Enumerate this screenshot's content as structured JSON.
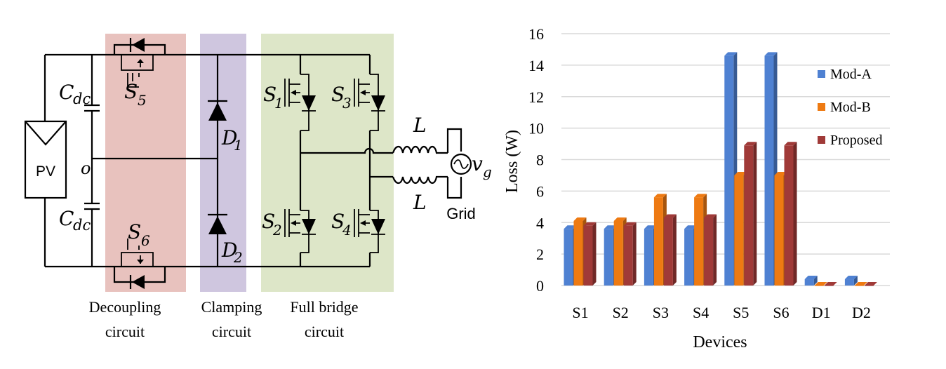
{
  "circuit": {
    "regions": [
      {
        "label_line1": "Decoupling",
        "label_line2": "circuit",
        "color": "#e8c2be"
      },
      {
        "label_line1": "Clamping",
        "label_line2": "circuit",
        "color": "#cfc6df"
      },
      {
        "label_line1": "Full bridge",
        "label_line2": "circuit",
        "color": "#dde6c8"
      }
    ],
    "pv_label": "PV",
    "capacitor_label": "C",
    "capacitor_sub": "dc",
    "midpoint_label": "o",
    "switches": [
      {
        "main": "S",
        "sub": "1"
      },
      {
        "main": "S",
        "sub": "2"
      },
      {
        "main": "S",
        "sub": "3"
      },
      {
        "main": "S",
        "sub": "4"
      },
      {
        "main": "S",
        "sub": "5"
      },
      {
        "main": "S",
        "sub": "6"
      }
    ],
    "diodes": [
      {
        "main": "D",
        "sub": "1"
      },
      {
        "main": "D",
        "sub": "2"
      }
    ],
    "inductor_label": "L",
    "grid_voltage": {
      "main": "v",
      "sub": "g"
    },
    "grid_label": "Grid"
  },
  "chart_data": {
    "type": "bar",
    "xlabel": "Devices",
    "ylabel": "Loss (W)",
    "categories": [
      "S1",
      "S2",
      "S3",
      "S4",
      "S5",
      "S6",
      "D1",
      "D2"
    ],
    "ylim": [
      0,
      16
    ],
    "yticks": [
      "0",
      "2",
      "4",
      "6",
      "8",
      "10",
      "12",
      "14",
      "16"
    ],
    "grid": true,
    "legend_position": "right",
    "series": [
      {
        "name": "Mod-A",
        "color": "#4f81d2",
        "values": [
          3.6,
          3.6,
          3.6,
          3.6,
          14.6,
          14.6,
          0.4,
          0.4
        ]
      },
      {
        "name": "Mod-B",
        "color": "#ee7a12",
        "values": [
          4.1,
          4.1,
          5.6,
          5.6,
          7.0,
          7.0,
          0.0,
          0.0
        ]
      },
      {
        "name": "Proposed",
        "color": "#a03a38",
        "values": [
          3.8,
          3.8,
          4.3,
          4.3,
          8.9,
          8.9,
          0.0,
          0.0
        ]
      }
    ]
  }
}
